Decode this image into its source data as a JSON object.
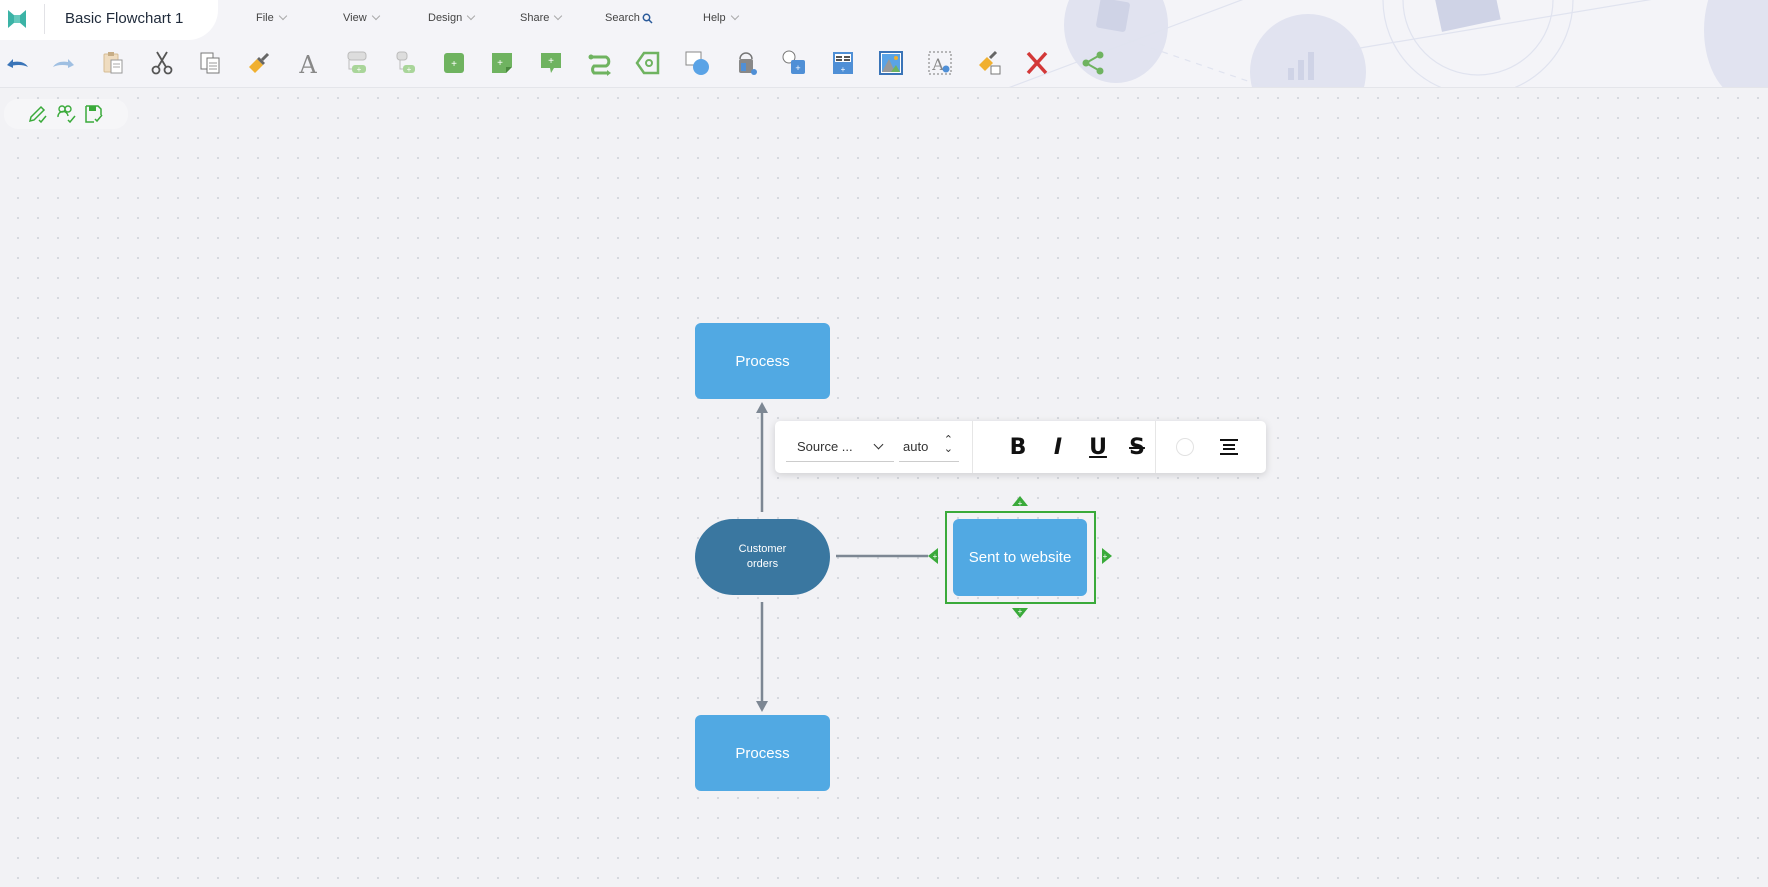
{
  "app": {
    "document_title": "Basic Flowchart 1",
    "logo_icon": "mindmaster-logo"
  },
  "menu": [
    {
      "label": "File",
      "icon": "chevron-down-icon"
    },
    {
      "label": "View",
      "icon": "chevron-down-icon"
    },
    {
      "label": "Design",
      "icon": "chevron-down-icon"
    },
    {
      "label": "Share",
      "icon": "chevron-down-icon"
    },
    {
      "label": "Search",
      "icon": "search-icon"
    },
    {
      "label": "Help",
      "icon": "chevron-down-icon"
    }
  ],
  "toolbar": [
    "undo",
    "redo",
    "paste",
    "cut",
    "copy",
    "format-painter",
    "text",
    "add-sibling",
    "add-child",
    "add-shape",
    "add-note",
    "add-callout",
    "connector",
    "tag",
    "shape-style",
    "fill",
    "add-image-shape",
    "layout",
    "insert-image",
    "insert-text-box",
    "clear-format",
    "delete",
    "share"
  ],
  "quick_actions": [
    "edit-check",
    "collaborate-check",
    "save-check"
  ],
  "diagram": {
    "nodes": [
      {
        "id": "process-top",
        "label": "Process",
        "type": "process"
      },
      {
        "id": "customer-orders",
        "label_lines": [
          "Customer",
          "orders"
        ],
        "type": "terminal"
      },
      {
        "id": "sent-to-website",
        "label": "Sent to website",
        "type": "process",
        "selected": true
      },
      {
        "id": "process-bottom",
        "label": "Process",
        "type": "process"
      }
    ],
    "edges": [
      {
        "from": "customer-orders",
        "to": "process-top"
      },
      {
        "from": "customer-orders",
        "to": "sent-to-website"
      },
      {
        "from": "customer-orders",
        "to": "process-bottom"
      }
    ],
    "colors": {
      "process": "#51a9e3",
      "terminal": "#3a77a0",
      "selection": "#3aaa3a",
      "edge": "#7d8793"
    }
  },
  "text_format_popup": {
    "font": "Source ...",
    "size": "auto",
    "bold": "B",
    "italic": "I",
    "underline": "U",
    "strikethrough": "S",
    "color": "#ffffff"
  }
}
